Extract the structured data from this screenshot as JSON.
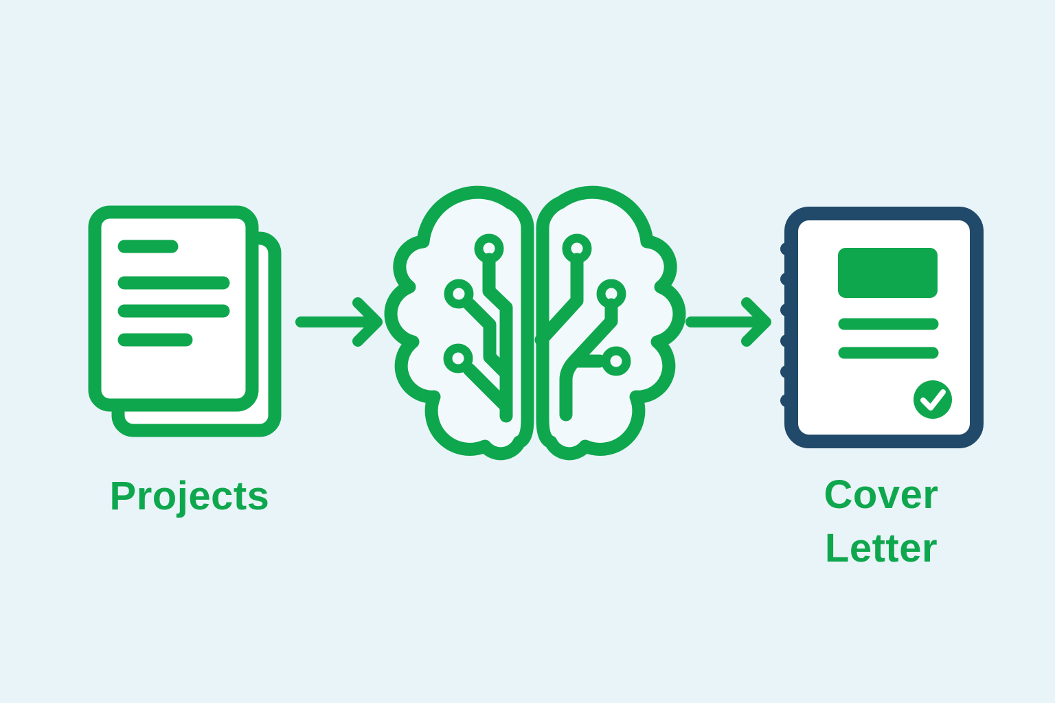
{
  "diagram": {
    "description_visible_text_only": "",
    "steps": [
      {
        "id": "projects",
        "label": "Projects",
        "icon": "documents-icon"
      },
      {
        "id": "ai-processing",
        "label": "",
        "icon": "ai-circuit-brain-icon"
      },
      {
        "id": "cover-letter",
        "label": "Cover Letter",
        "icon": "cover-letter-notebook-icon"
      }
    ],
    "connectors": [
      {
        "icon": "arrow-right-icon"
      },
      {
        "icon": "arrow-right-icon"
      }
    ]
  },
  "labels": {
    "projects": "Projects",
    "cover_letter": "Cover Letter"
  },
  "icons": {
    "documents": "documents-icon",
    "brain": "ai-circuit-brain-icon",
    "arrow": "arrow-right-icon",
    "notebook": "cover-letter-notebook-icon",
    "checkmark": "checkmark-icon"
  },
  "colors": {
    "green": "#0FA74D",
    "navy": "#214969",
    "bg": "#E9F4F9",
    "surface": "#FFFFFF",
    "brain-fill": "#F2F9FC"
  }
}
